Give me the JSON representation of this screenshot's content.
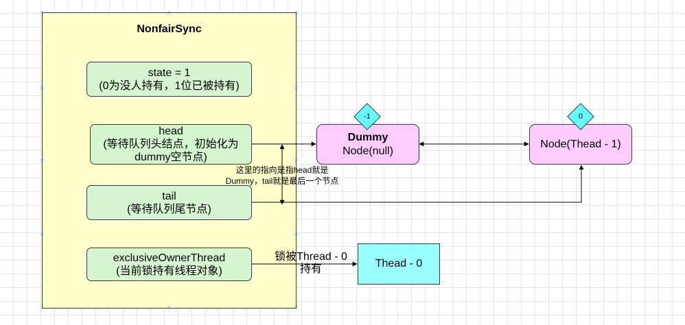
{
  "container": {
    "title": "NonfairSync"
  },
  "fields": {
    "state": {
      "line1": "state = 1",
      "line2": "(0为没人持有，1位已被持有)"
    },
    "head": {
      "line1": "head",
      "line2": "(等待队列头结点，初始化为",
      "line3": "dummy空节点)"
    },
    "tail": {
      "line1": "tail",
      "line2": "(等待队列尾节点)"
    },
    "owner": {
      "line1": "exclusiveOwnerThread",
      "line2": "(当前锁持有线程对象)"
    }
  },
  "nodes": {
    "dummy": {
      "title": "Dummy",
      "subtitle": "Node(null)",
      "waitStatus": "-1"
    },
    "thread1": {
      "label": "Node(Thead - 1)",
      "waitStatus": "0"
    }
  },
  "owner_thread": {
    "label": "Thead - 0"
  },
  "note": {
    "line1": "这里的指向是指head就是",
    "line2": "Dummy，tail就是最后一个节点"
  },
  "edge_label": {
    "line1": "锁被Thread - 0",
    "line2": "持有"
  },
  "colors": {
    "container_fill": "#ffffcc",
    "field_fill": "#d5f5d0",
    "node_fill": "#ffccff",
    "thread_fill": "#99ffff",
    "diamond_fill": "#66ffff",
    "stroke": "#36393d",
    "handle": "#4a90e2"
  }
}
